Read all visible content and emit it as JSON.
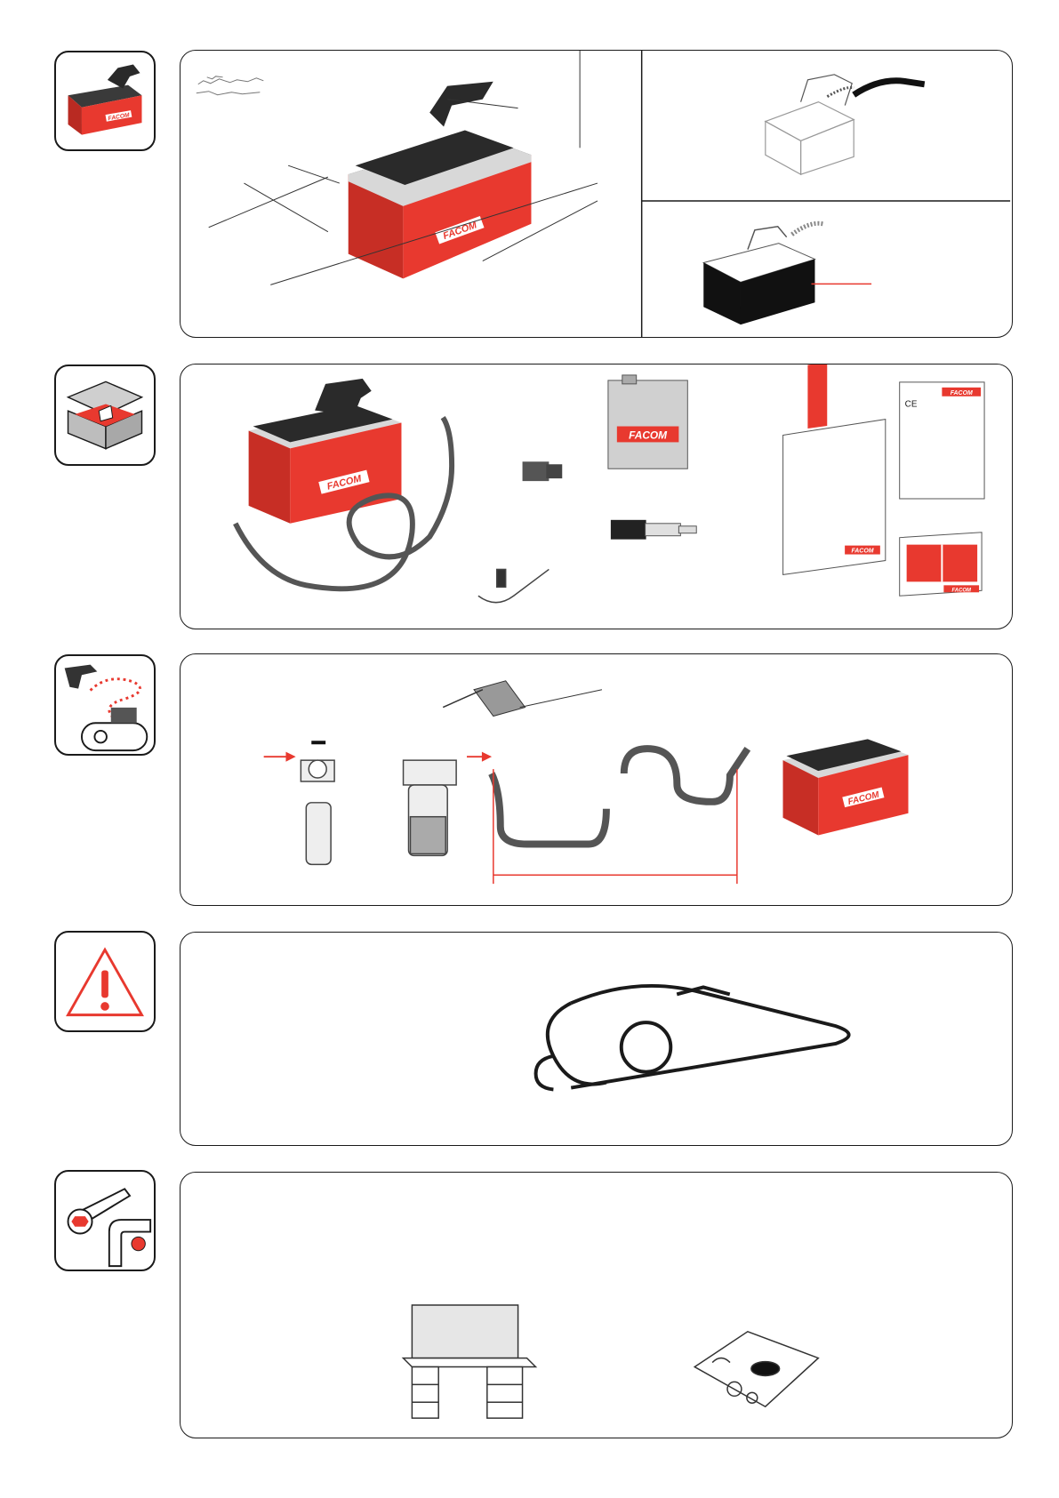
{
  "brand": {
    "name": "FACOM",
    "ce_mark": "CE"
  },
  "colors": {
    "accent": "#e8392f",
    "dark": "#1a1a1a",
    "grey": "#6b6b6b",
    "light_grey": "#d8d8d8"
  },
  "sections": [
    {
      "id": "dimensions",
      "icon": "pump-icon"
    },
    {
      "id": "contents",
      "icon": "open-box-icon"
    },
    {
      "id": "air-supply",
      "icon": "compressor-icon"
    },
    {
      "id": "warning",
      "icon": "warning-triangle-icon"
    },
    {
      "id": "maintenance",
      "icon": "wrench-icon"
    }
  ]
}
